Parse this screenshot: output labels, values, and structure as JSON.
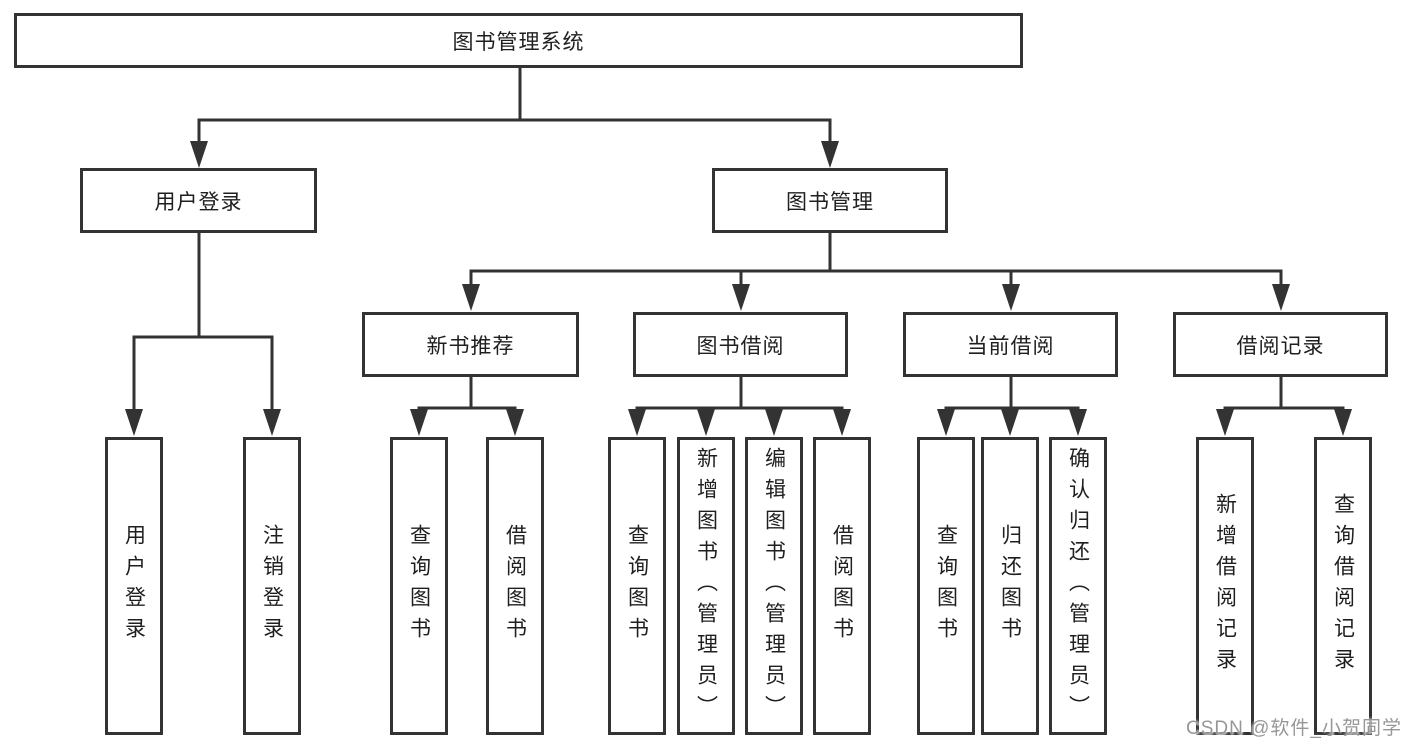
{
  "tree": {
    "label": "图书管理系统",
    "children": [
      {
        "label": "用户登录",
        "children": [
          {
            "label": "用户登录"
          },
          {
            "label": "注销登录"
          }
        ]
      },
      {
        "label": "图书管理",
        "children": [
          {
            "label": "新书推荐",
            "children": [
              {
                "label": "查询图书"
              },
              {
                "label": "借阅图书"
              }
            ]
          },
          {
            "label": "图书借阅",
            "children": [
              {
                "label": "查询图书"
              },
              {
                "label": "新增图书（管理员）"
              },
              {
                "label": "编辑图书（管理员）"
              },
              {
                "label": "借阅图书"
              }
            ]
          },
          {
            "label": "当前借阅",
            "children": [
              {
                "label": "查询图书"
              },
              {
                "label": "归还图书"
              },
              {
                "label": "确认归还（管理员）"
              }
            ]
          },
          {
            "label": "借阅记录",
            "children": [
              {
                "label": "新增借阅记录"
              },
              {
                "label": "查询借阅记录"
              }
            ]
          }
        ]
      }
    ]
  },
  "watermark": {
    "text": "CSDN @软件_小贺同学"
  },
  "colors": {
    "line": "#333333",
    "text": "#1f1f1f",
    "background": "#ffffff",
    "watermark": "#979797"
  }
}
